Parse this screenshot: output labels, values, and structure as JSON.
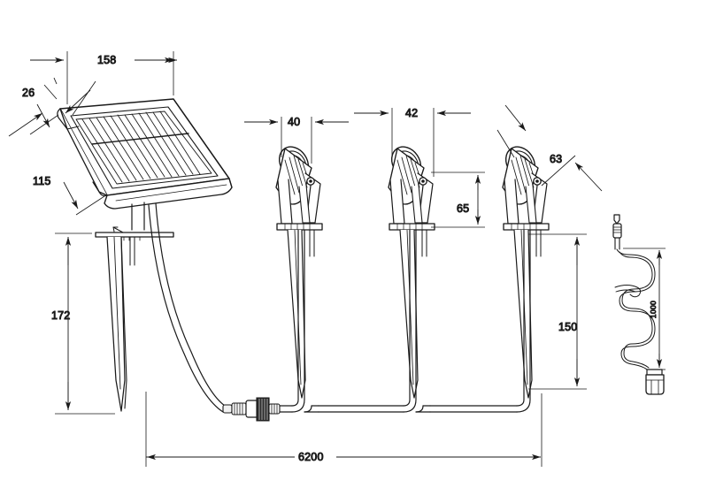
{
  "drawing": {
    "title": "Solar Garden Spotlight Set - Dimensioned Assembly Drawing",
    "background_color": "#ffffff",
    "line_color": "#1a1a1a",
    "text_color": "#1a1a1a",
    "units_note": "mm",
    "projection": "isometric / elevation mixed views"
  },
  "dimensions": {
    "panel_width": "158",
    "panel_thickness": "26",
    "panel_depth": "115",
    "solar_stake_length": "172",
    "spotlight_head_diameter": "40",
    "spotlight_body_width": "42",
    "spotlight_height": "65",
    "spotlight_angled_depth": "63",
    "spotlight_stake_length": "150",
    "total_cable_length": "6200",
    "extension_cable_length": "1000"
  },
  "components": {
    "solar_panel": "solar-panel-assembly",
    "solar_panel_stake": "solar-panel-ground-stake",
    "spotlight_1": "spotlight-fixture-1",
    "spotlight_2": "spotlight-fixture-2",
    "spotlight_3": "spotlight-fixture-3",
    "waterproof_connector": "waterproof-screw-connector",
    "cable_harness": "daisy-chain-cable-harness",
    "extension_cable": "coiled-extension-cable",
    "extension_plug": "extension-cable-plug",
    "extension_socket": "extension-cable-socket"
  }
}
